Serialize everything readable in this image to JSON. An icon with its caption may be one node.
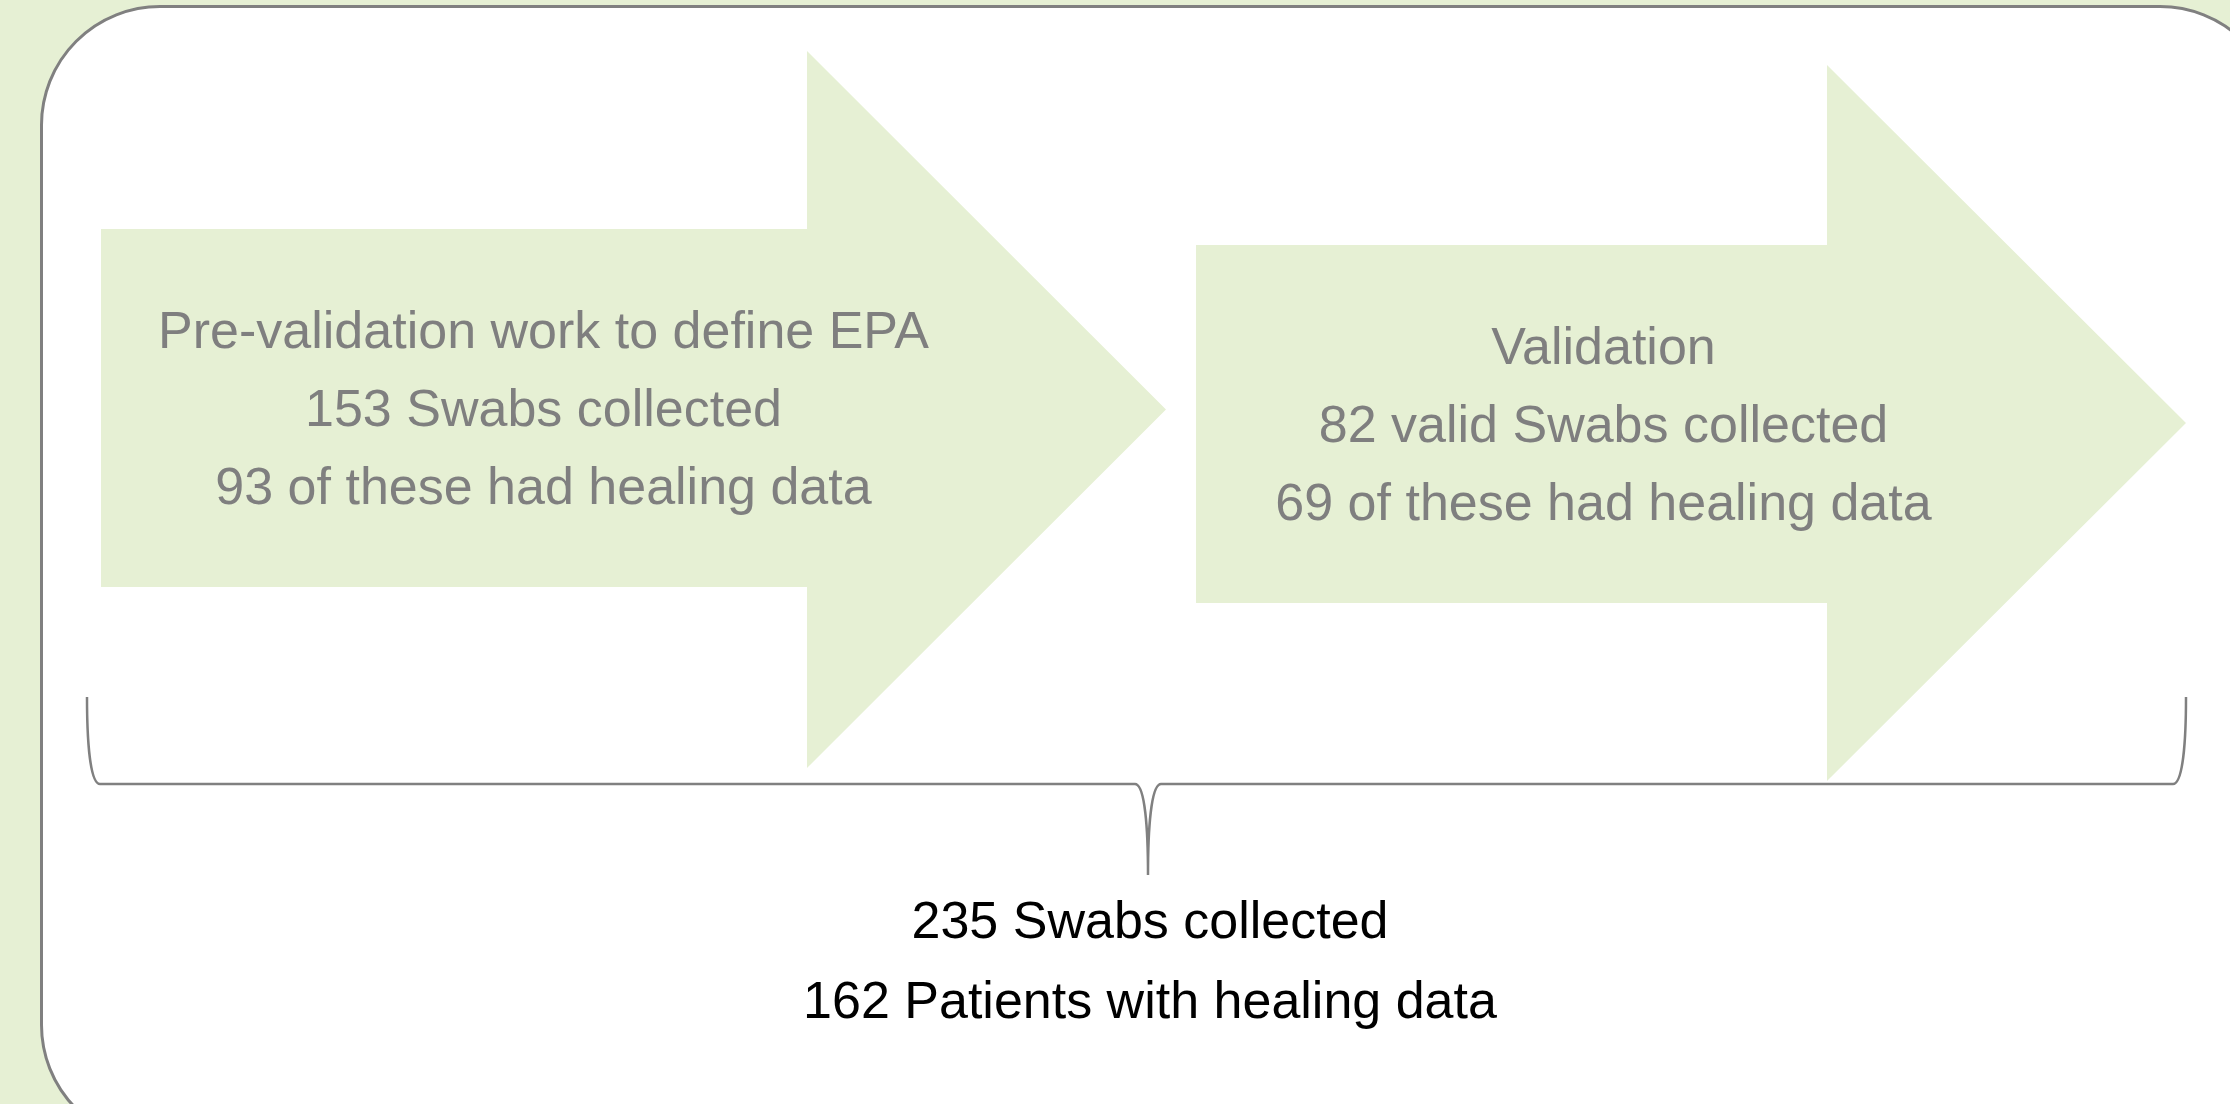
{
  "diagram": {
    "nodes": [
      {
        "text": [
          "Pre-validation work to define EPA",
          "153 Swabs collected",
          "93 of these had healing data"
        ]
      },
      {
        "text": [
          "Validation",
          "82 valid Swabs collected",
          "69 of these had healing data"
        ]
      }
    ],
    "labels": [
      "235 Swabs collected",
      "162 Patients with healing data"
    ]
  }
}
